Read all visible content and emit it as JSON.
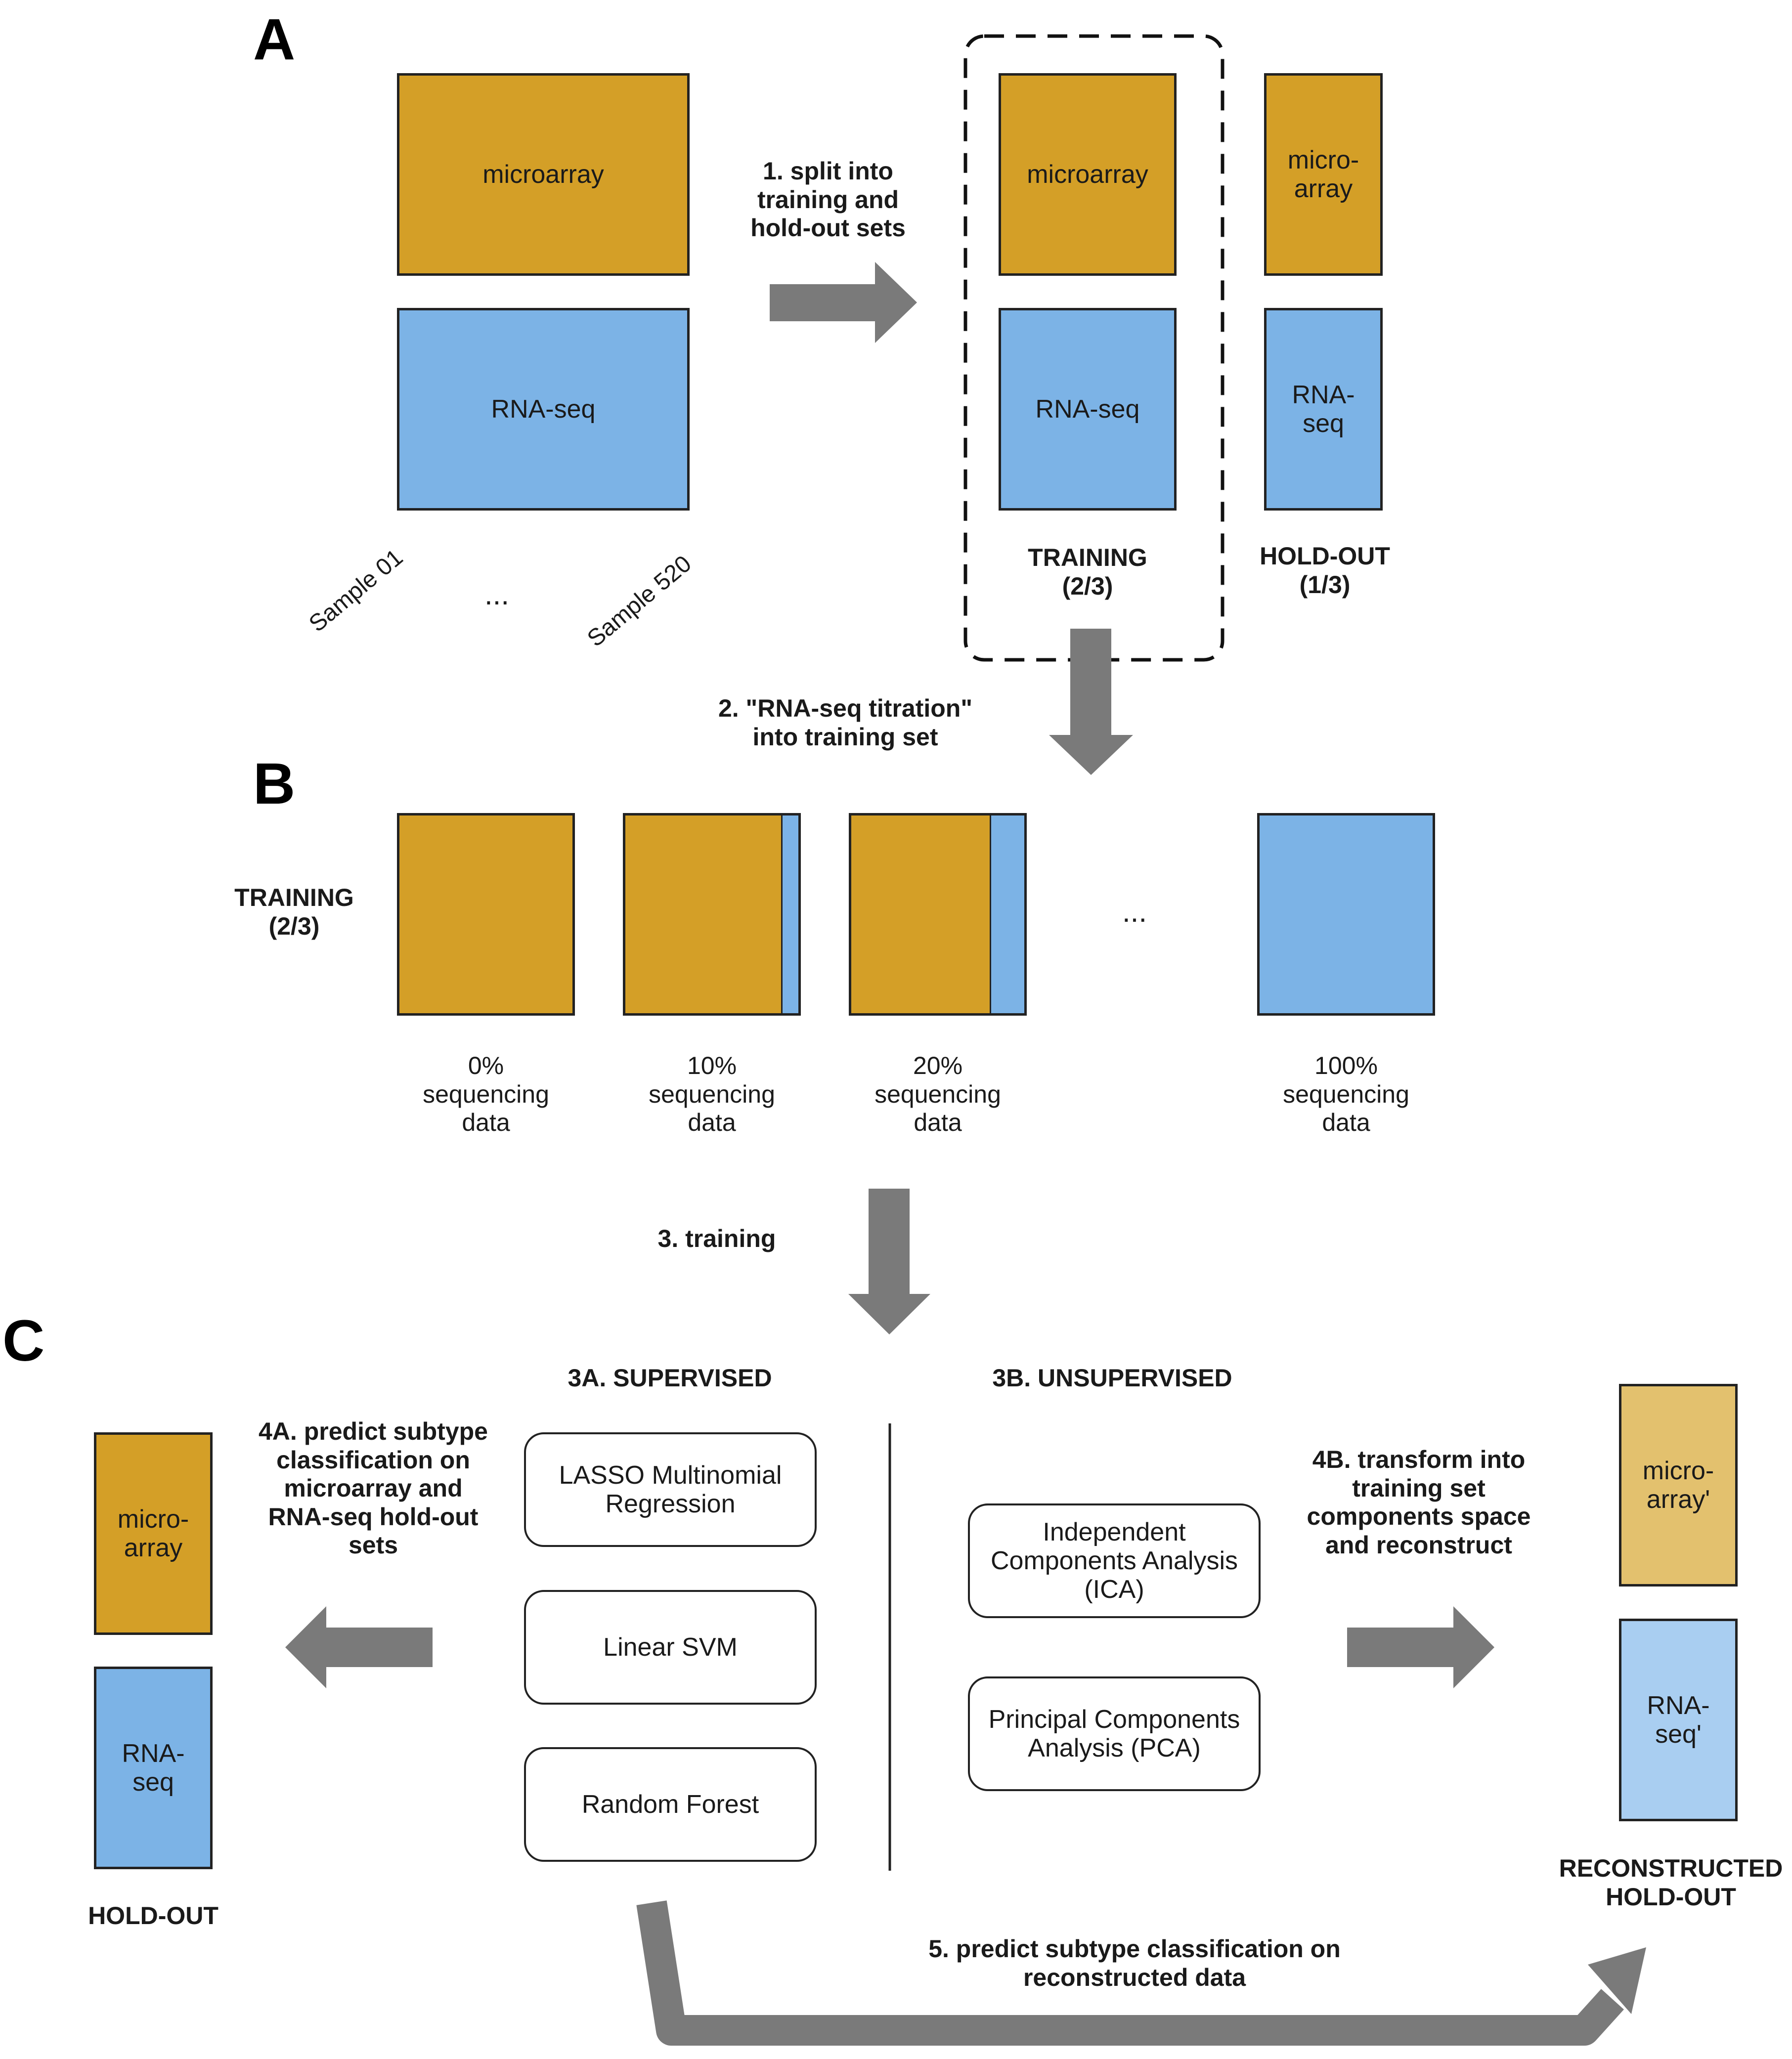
{
  "panels": {
    "a": "A",
    "b": "B",
    "c": "C"
  },
  "colors": {
    "microarray": "#D49F27",
    "rnaseq": "#7CB3E6",
    "microarray_reconstructed": "#E3C16E",
    "rnaseq_reconstructed": "#A9CEF1",
    "arrow": "#7A7A7A"
  },
  "panel_a": {
    "full_microarray": "microarray",
    "full_rnaseq": "RNA-seq",
    "sample_first": "Sample 01",
    "sample_ellipsis": "...",
    "sample_last": "Sample 520",
    "step1": "1. split into\ntraining and\nhold-out sets",
    "train_microarray": "microarray",
    "train_rnaseq": "RNA-seq",
    "train_label": "TRAINING\n(2/3)",
    "holdout_microarray": "micro-\narray",
    "holdout_rnaseq": "RNA-\nseq",
    "holdout_label": "HOLD-OUT\n(1/3)"
  },
  "step2": "2. \"RNA-seq titration\"\ninto training set",
  "panel_b": {
    "row_label": "TRAINING\n(2/3)",
    "ellipsis": "...",
    "titration": [
      {
        "label": "0%\nsequencing\ndata",
        "rnaseq_fraction": 0.0
      },
      {
        "label": "10%\nsequencing\ndata",
        "rnaseq_fraction": 0.1
      },
      {
        "label": "20%\nsequencing\ndata",
        "rnaseq_fraction": 0.2
      },
      {
        "label": "100%\nsequencing\ndata",
        "rnaseq_fraction": 1.0
      }
    ]
  },
  "step3": "3. training",
  "panel_c": {
    "supervised_title": "3A. SUPERVISED",
    "unsupervised_title": "3B. UNSUPERVISED",
    "supervised_methods": [
      "LASSO Multinomial\nRegression",
      "Linear SVM",
      "Random Forest"
    ],
    "unsupervised_methods": [
      "Independent\nComponents Analysis\n(ICA)",
      "Principal Components\nAnalysis (PCA)"
    ],
    "step4a": "4A. predict subtype\nclassification on\nmicroarray and\nRNA-seq hold-out\nsets",
    "step4b": "4B. transform into\ntraining set\ncomponents space\nand reconstruct",
    "holdout_microarray": "micro-\narray",
    "holdout_rnaseq": "RNA-\nseq",
    "holdout_label": "HOLD-OUT",
    "recon_microarray": "micro-\narray'",
    "recon_rnaseq": "RNA-\nseq'",
    "recon_label": "RECONSTRUCTED\nHOLD-OUT",
    "step5": "5. predict subtype classification on\nreconstructed data"
  }
}
